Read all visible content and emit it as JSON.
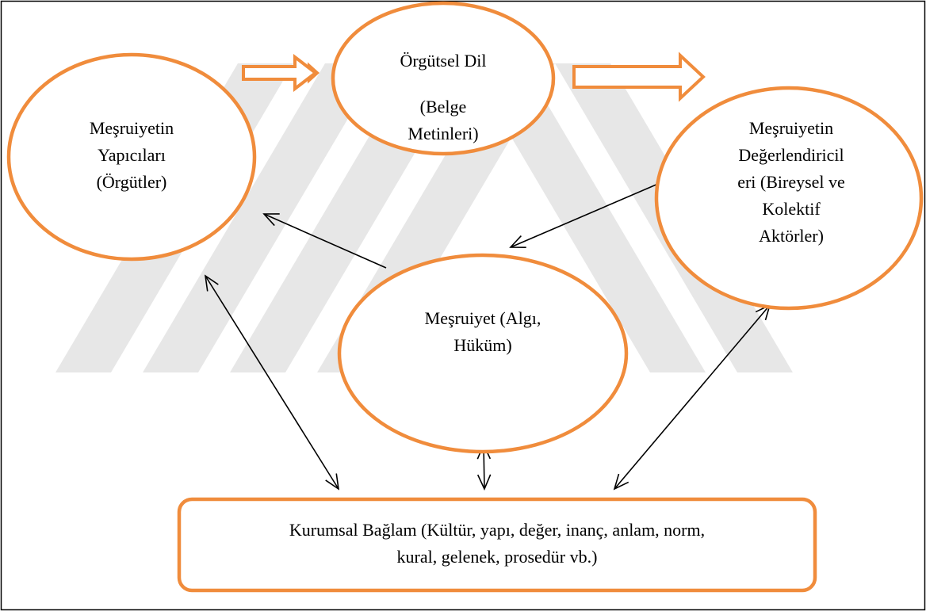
{
  "colors": {
    "node_border": "#F08C3C",
    "arrow_outline": "#F08C3C",
    "connector": "#000000",
    "frame": "#000000",
    "watermark": "#E7E7E7"
  },
  "nodes": {
    "makers": {
      "text": "Meşruiyetin\nYapıcıları\n(Örgütler)"
    },
    "language": {
      "title": "Örgütsel Dil",
      "subtitle": "(Belge\nMetinleri)"
    },
    "evaluators": {
      "text": "Meşruiyetin\nDeğerlendiricil\neri (Bireysel ve\nKolektif\nAktörler)"
    },
    "legitimacy": {
      "text": "Meşruiyet (Algı,\nHüküm)"
    },
    "context": {
      "text": "Kurumsal Bağlam (Kültür, yapı, değer, inanç, anlam, norm,\nkural, gelenek, prosedür vb.)"
    }
  },
  "watermark": "stripes-logo"
}
